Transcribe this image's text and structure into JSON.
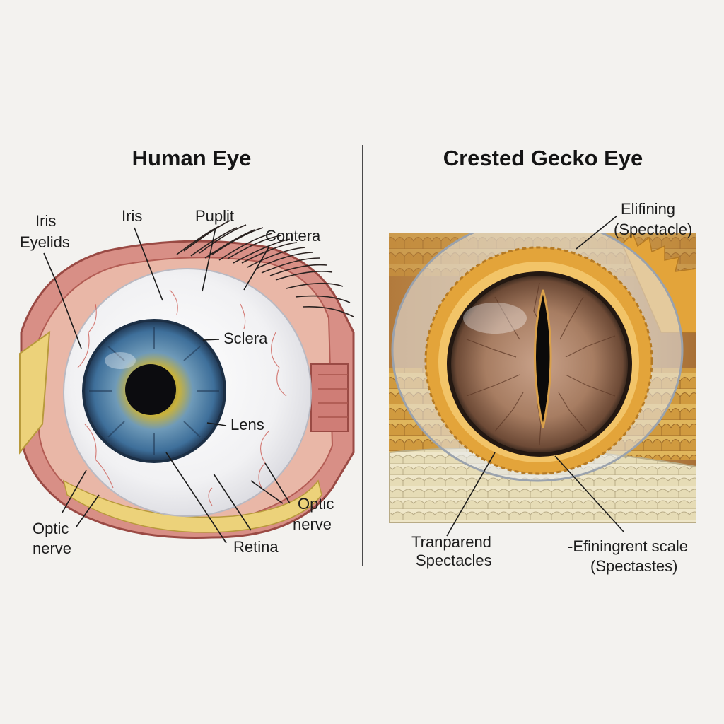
{
  "human": {
    "title": "Human Eye",
    "labels": {
      "iris_eyelids_1": "Iris",
      "iris_eyelids_2": "Eyelids",
      "iris": "Iris",
      "puplit": "Puplit",
      "contera": "Contera",
      "sclera": "Sclera",
      "lens": "Lens",
      "optic_right_1": "Optic",
      "optic_right_2": "nerve",
      "optic_left_1": "Optic",
      "optic_left_2": "nerve",
      "retina": "Retina"
    }
  },
  "gecko": {
    "title": "Crested Gecko Eye",
    "labels": {
      "spectacle_top_1": "Elifining",
      "spectacle_top_2": "(Spectacle)",
      "transparent_1": "Tranparend",
      "transparent_2": "Spectacles",
      "scale_1": "-Efiningrent scale",
      "scale_2": "(Spectastes)"
    }
  },
  "colors": {
    "background": "#f3f2ef",
    "iris_blue": "#3e6f9a",
    "iris_yellow": "#c9b23a",
    "gecko_iris": "#a77d62",
    "gecko_orange": "#e3a43a"
  }
}
